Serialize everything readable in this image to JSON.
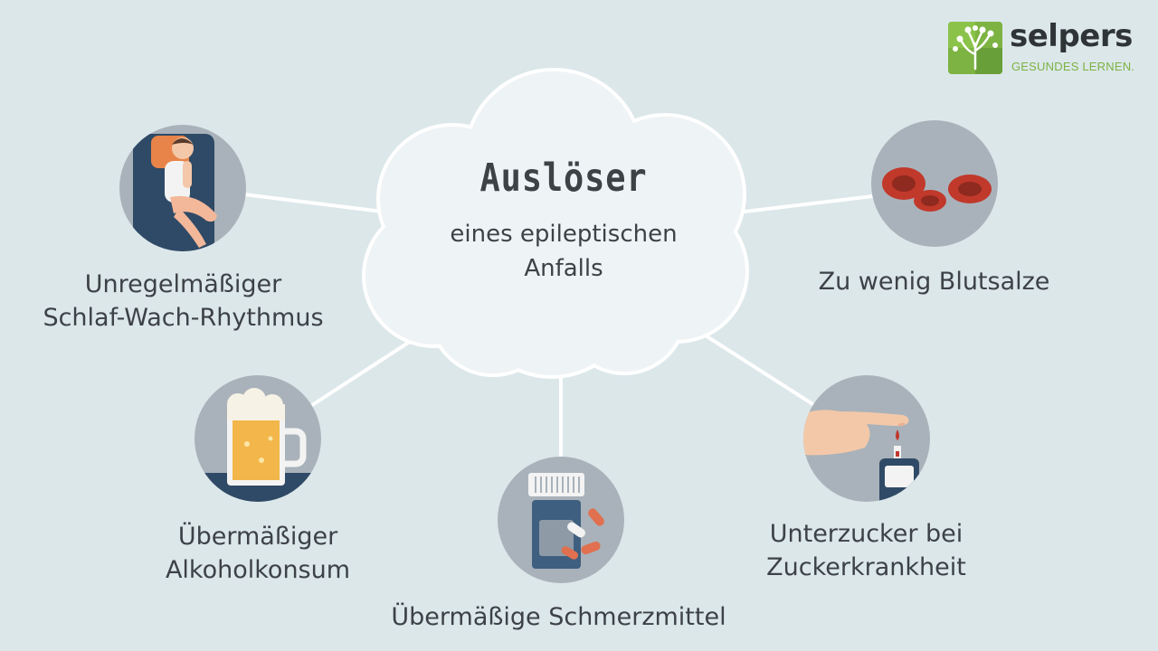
{
  "center": {
    "title": "Auslöser",
    "subtitle_line1": "eines epileptischen",
    "subtitle_line2": "Anfalls"
  },
  "triggers": [
    {
      "line1": "Unregelmäßiger",
      "line2": "Schlaf-Wach-Rhythmus",
      "icon": "sleeping-person-icon"
    },
    {
      "line1": "Zu wenig Blutsalze",
      "icon": "blood-cells-icon"
    },
    {
      "line1": "Übermäßiger",
      "line2": "Alkoholkonsum",
      "icon": "beer-mug-icon"
    },
    {
      "line1": "Übermäßige Schmerzmittel",
      "icon": "pill-bottle-icon"
    },
    {
      "line1": "Unterzucker bei",
      "line2": "Zuckerkrankheit",
      "icon": "blood-glucose-meter-icon"
    }
  ],
  "logo": {
    "name": "selpers",
    "tagline": "GESUNDES LERNEN."
  },
  "colors": {
    "background": "#dce7ea",
    "cloud_fill": "#eef3f5",
    "icon_circle": "#a9b2ba",
    "text": "#3d4247",
    "logo_green": "#7cb342"
  }
}
